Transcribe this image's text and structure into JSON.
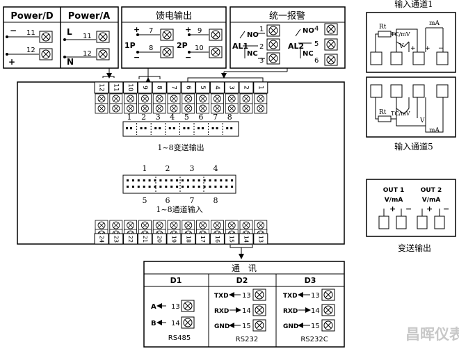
{
  "power": {
    "d_title": "Power/D",
    "a_title": "Power/A",
    "d_minus": "−",
    "d_plus": "+",
    "a_l": "L",
    "a_n": "N",
    "term_top": "11",
    "term_bottom": "12"
  },
  "feed": {
    "title": "馈电输出",
    "p1": "1P",
    "p2": "2P",
    "plus": "+",
    "minus": "−",
    "t7": "7",
    "t8": "8",
    "t9": "9",
    "t10": "10"
  },
  "alarm": {
    "title": "统一报警",
    "al1": "AL1",
    "al2": "AL2",
    "no": "NO",
    "nc": "NC",
    "t1": "1",
    "t2": "2",
    "t3": "3",
    "t4": "4",
    "t5": "5",
    "t6": "6"
  },
  "channels": {
    "ch1_title": "输入通道1",
    "ch5_title": "输入通道5",
    "rt": "Rt",
    "tcmv": "TC/mV",
    "ma": "mA",
    "v": "V",
    "plus": "+",
    "minus": "−"
  },
  "transmit": {
    "out1": "OUT 1",
    "out2": "OUT 2",
    "vma": "V/mA",
    "title": "变送输出",
    "plus": "+",
    "minus": "−"
  },
  "main": {
    "top_terminals": [
      "12",
      "11",
      "10",
      "9",
      "8",
      "7",
      "6",
      "5",
      "4",
      "3",
      "2",
      "1"
    ],
    "bottom_terminals": [
      "24",
      "23",
      "22",
      "21",
      "20",
      "19",
      "18",
      "17",
      "16",
      "15",
      "14",
      "13"
    ],
    "tx_numbers": [
      "1",
      "2",
      "3",
      "4",
      "5",
      "6",
      "7",
      "8"
    ],
    "tx_label": "1~8变送输出",
    "in_numbers_top": [
      "1",
      "2",
      "3",
      "4"
    ],
    "in_numbers_bottom": [
      "5",
      "6",
      "7",
      "8"
    ],
    "in_label": "1~8通道输入"
  },
  "comm": {
    "title": "通　讯",
    "d1": "D1",
    "d2": "D2",
    "d3": "D3",
    "a": "A",
    "b": "B",
    "t13": "13",
    "t14": "14",
    "t15": "15",
    "txd": "TXD",
    "rxd": "RXD",
    "gnd": "GND",
    "rs485": "RS485",
    "rs232": "RS232",
    "rs232c": "RS232C"
  },
  "watermark": "昌晖仪表"
}
